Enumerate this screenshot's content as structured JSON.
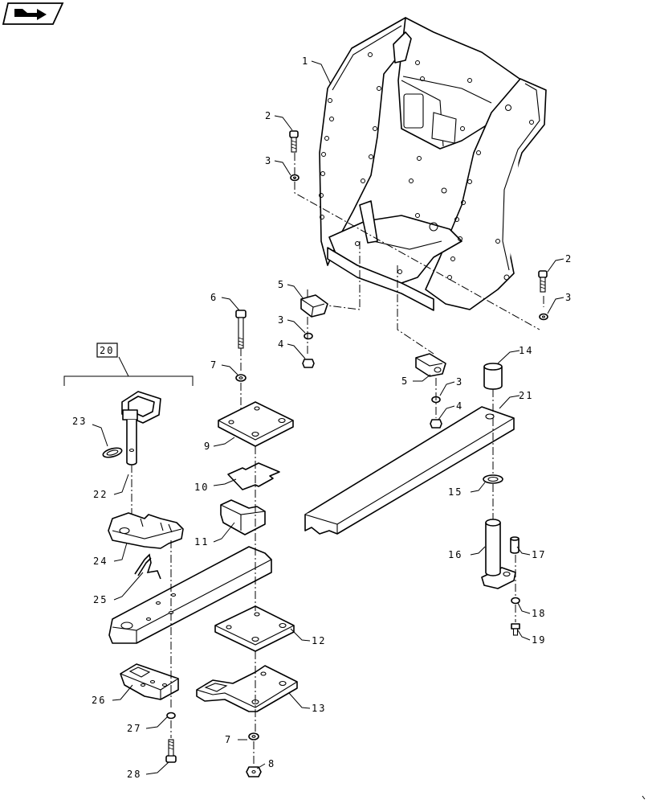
{
  "nav_icon": "arrow-icon",
  "callouts": {
    "c1": "1",
    "c2a": "2",
    "c2b": "2",
    "c3a": "3",
    "c3b": "3",
    "c3c": "3",
    "c3d": "3",
    "c4a": "4",
    "c4b": "4",
    "c5a": "5",
    "c5b": "5",
    "c6": "6",
    "c7a": "7",
    "c7b": "7",
    "c8": "8",
    "c9": "9",
    "c10": "10",
    "c11": "11",
    "c12": "12",
    "c13": "13",
    "c14": "14",
    "c15": "15",
    "c16": "16",
    "c17": "17",
    "c18": "18",
    "c19": "19",
    "c20": "20",
    "c21": "21",
    "c22": "22",
    "c23": "23",
    "c24": "24",
    "c25": "25",
    "c26": "26",
    "c27": "27",
    "c28": "28"
  }
}
